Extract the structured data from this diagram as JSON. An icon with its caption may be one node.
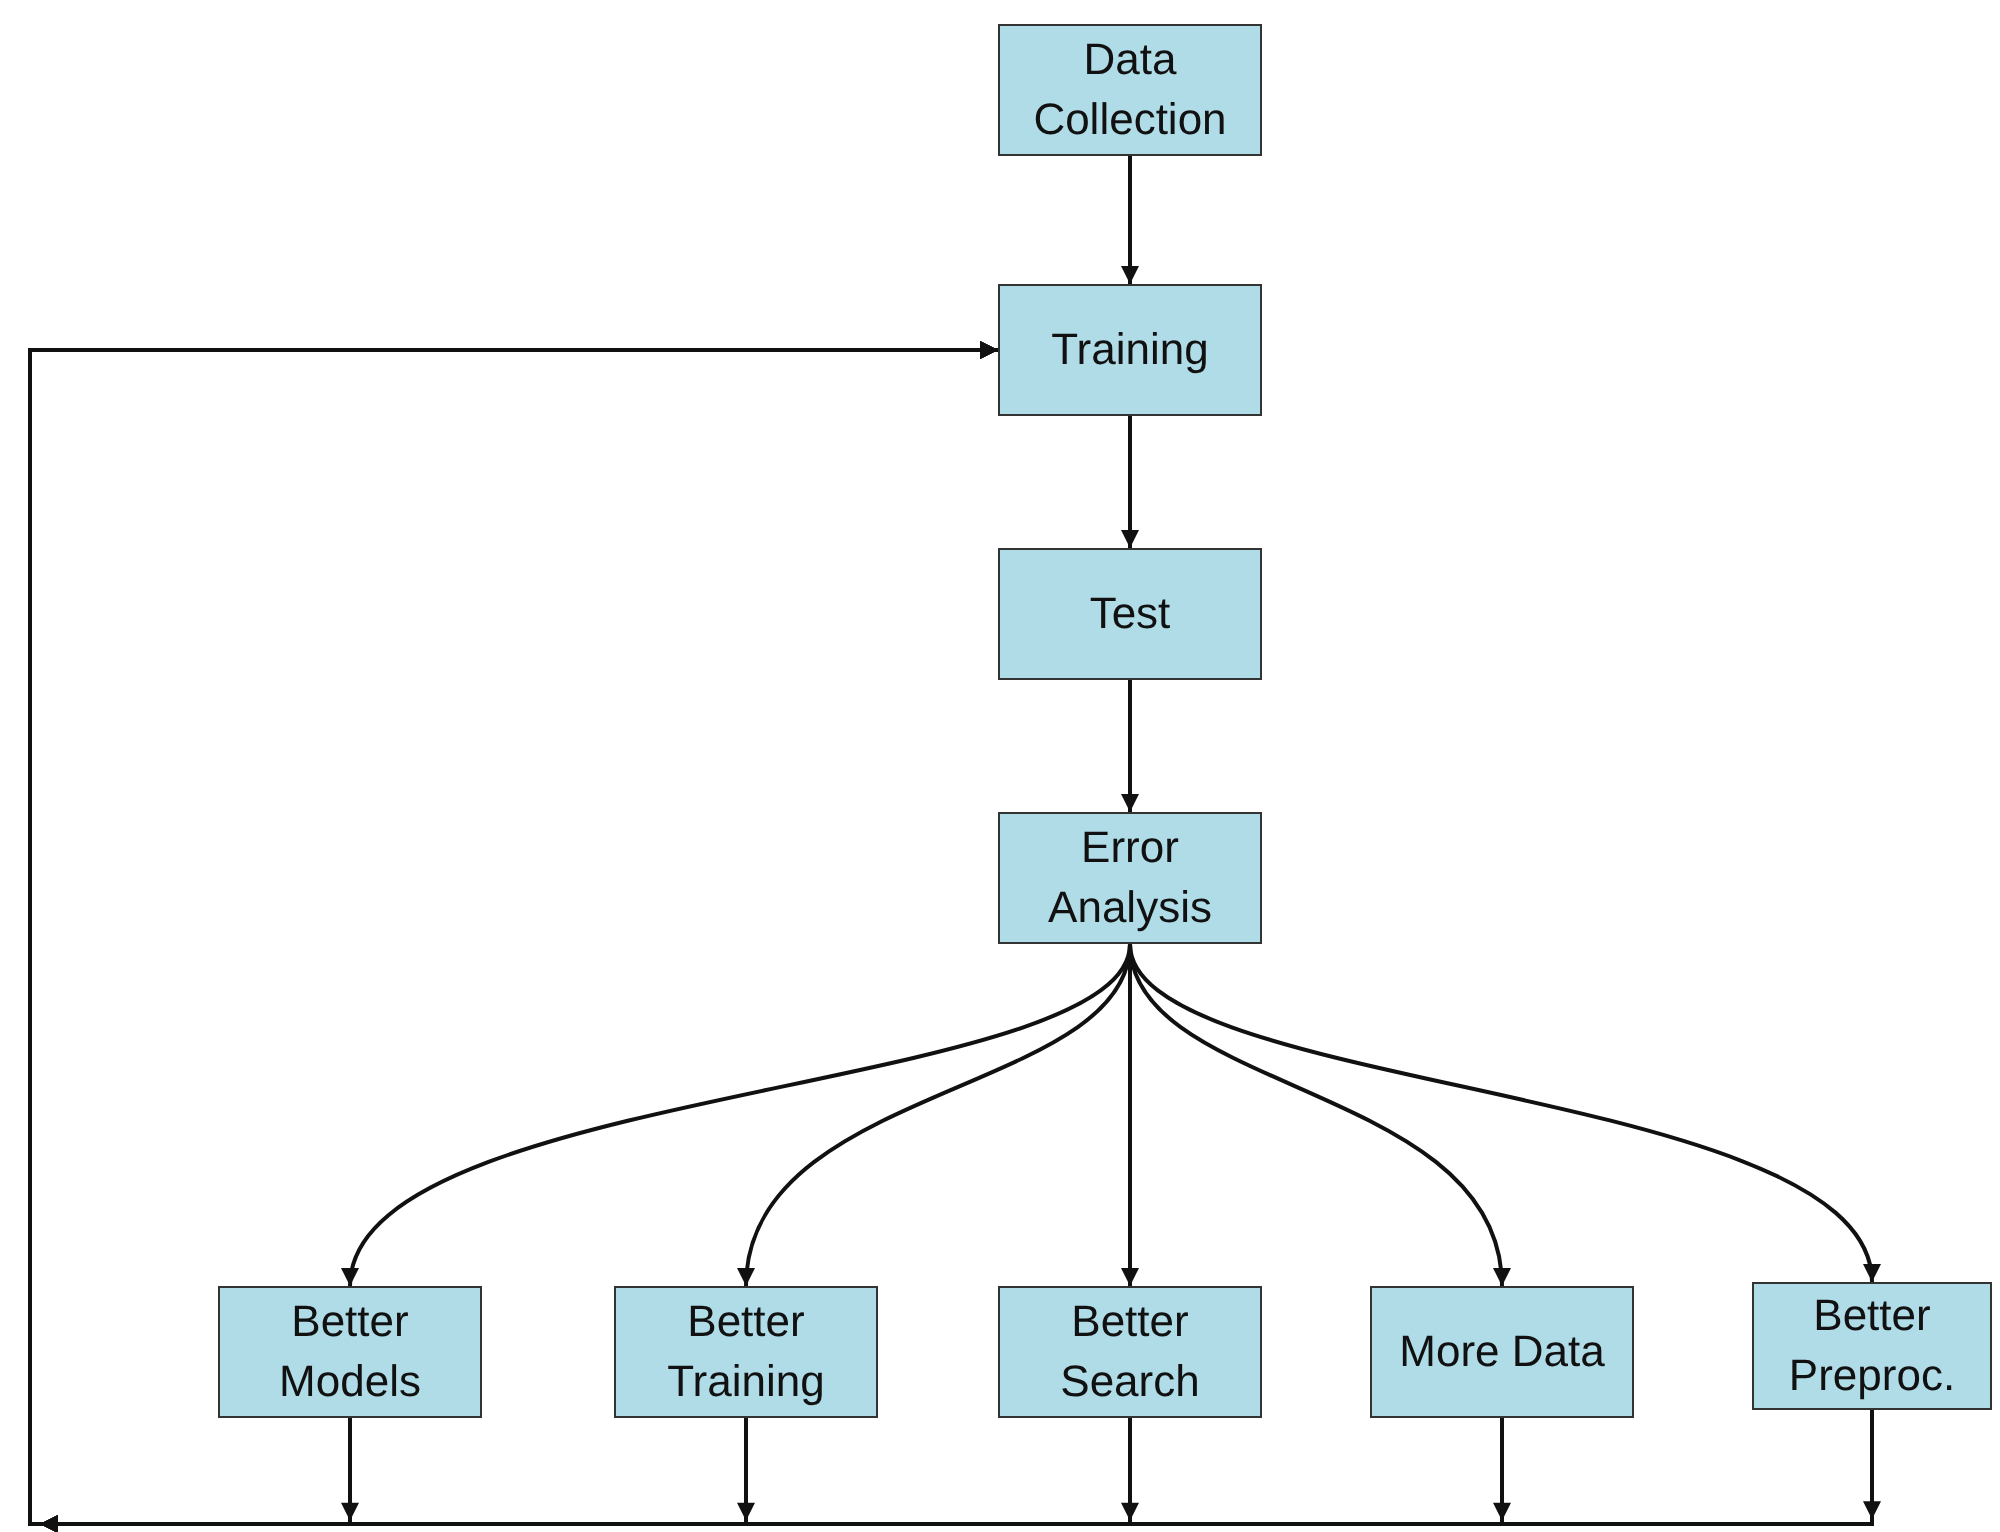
{
  "diagram": {
    "nodes": [
      {
        "text": [
          "Data Collection"
        ]
      },
      {
        "text": [
          "Training"
        ]
      },
      {
        "text": [
          "Test"
        ]
      },
      {
        "text": [
          "Error Analysis"
        ]
      },
      {
        "text": [
          "Better Models"
        ]
      },
      {
        "text": [
          "Better Training"
        ]
      },
      {
        "text": [
          "Better Search"
        ]
      },
      {
        "text": [
          "More Data"
        ]
      },
      {
        "text": [
          "Better Preproc."
        ]
      }
    ],
    "edges": [
      {
        "from": 0,
        "to": 1,
        "arrow": "to"
      },
      {
        "from": 1,
        "to": 2,
        "arrow": "to"
      },
      {
        "from": 2,
        "to": 3,
        "arrow": "to"
      },
      {
        "from": 3,
        "to": 4,
        "arrow": "to"
      },
      {
        "from": 3,
        "to": 5,
        "arrow": "to"
      },
      {
        "from": 3,
        "to": 6,
        "arrow": "to"
      },
      {
        "from": 3,
        "to": 7,
        "arrow": "to"
      },
      {
        "from": 3,
        "to": 8,
        "arrow": "to"
      },
      {
        "from": 4,
        "to": 1,
        "arrow": "to"
      },
      {
        "from": 5,
        "to": 1,
        "arrow": "to"
      },
      {
        "from": 6,
        "to": 1,
        "arrow": "to"
      },
      {
        "from": 7,
        "to": 1,
        "arrow": "to"
      },
      {
        "from": 8,
        "to": 1,
        "arrow": "to"
      }
    ]
  }
}
